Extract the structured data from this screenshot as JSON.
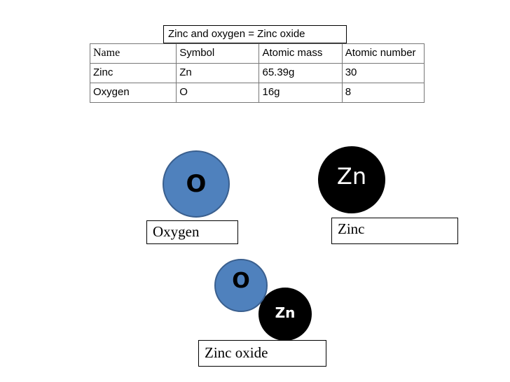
{
  "title": "Zinc and oxygen = Zinc oxide",
  "table": {
    "headers": [
      "Name",
      "Symbol",
      "Atomic mass",
      "Atomic number"
    ],
    "rows": [
      [
        "Zinc",
        "Zn",
        "65.39g",
        "30"
      ],
      [
        "Oxygen",
        "O",
        "16g",
        "8"
      ]
    ]
  },
  "atoms": {
    "oxygen_symbol": "O",
    "zinc_symbol": "Zn",
    "compound_oxygen_symbol": "O",
    "compound_zinc_symbol": "Zn"
  },
  "labels": {
    "oxygen": "Oxygen",
    "zinc": "Zinc",
    "zinc_oxide": "Zinc oxide"
  },
  "colors": {
    "oxygen_atom": "#4f81bd",
    "zinc_atom": "#000000"
  }
}
